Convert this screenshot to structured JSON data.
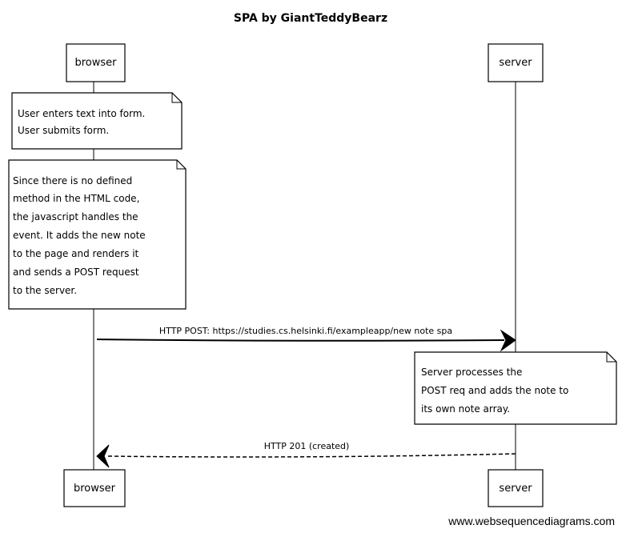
{
  "title": "SPA by GiantTeddyBearz",
  "participants": [
    {
      "id": "browser",
      "label": "browser"
    },
    {
      "id": "server",
      "label": "server"
    }
  ],
  "notes": [
    {
      "id": "note1",
      "participant": "browser",
      "lines": [
        "User enters text into form.",
        "User submits form."
      ]
    },
    {
      "id": "note2",
      "participant": "browser",
      "lines": [
        "Since there is no defined",
        "method in the HTML code,",
        "the javascript handles the",
        "event. It adds the new note",
        "to the page and renders it",
        "and sends a POST request",
        "to the server."
      ]
    },
    {
      "id": "note3",
      "participant": "server",
      "lines": [
        "Server processes the",
        "POST req and adds the note to",
        "its own note array."
      ]
    }
  ],
  "messages": [
    {
      "id": "msg1",
      "from": "browser",
      "to": "server",
      "label": "HTTP POST: https://studies.cs.helsinki.fi/exampleapp/new note spa",
      "style": "solid"
    },
    {
      "id": "msg2",
      "from": "server",
      "to": "browser",
      "label": "HTTP 201 (created)",
      "style": "dashed"
    }
  ],
  "credit": "www.websequencediagrams.com"
}
